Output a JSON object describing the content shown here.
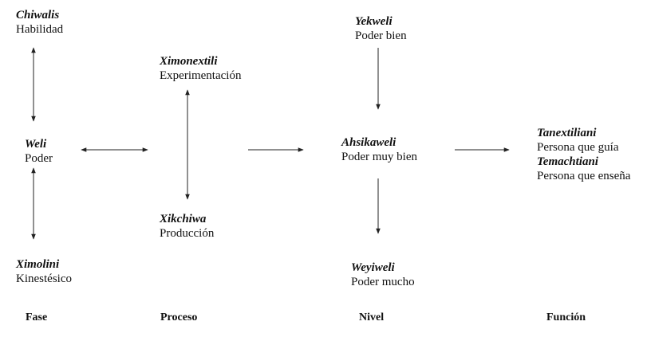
{
  "nodes": {
    "chiwalis": {
      "term": "Chiwalis",
      "gloss": "Habilidad"
    },
    "weli": {
      "term": "Weli",
      "gloss": "Poder"
    },
    "ximolini": {
      "term": "Ximolini",
      "gloss": "Kinestésico"
    },
    "ximonextili": {
      "term": "Ximonextili",
      "gloss": "Experimentación"
    },
    "xikchiwa": {
      "term": "Xikchiwa",
      "gloss": "Producción"
    },
    "yekweli": {
      "term": "Yekweli",
      "gloss": "Poder bien"
    },
    "ahsikaweli": {
      "term": "Ahsikaweli",
      "gloss": "Poder muy bien"
    },
    "weyiweli": {
      "term": "Weyiweli",
      "gloss": "Poder mucho"
    },
    "tanextiliani": {
      "term": "Tanextiliani",
      "gloss": "Persona que guía"
    },
    "temachtiani": {
      "term": "Temachtiani",
      "gloss": "Persona que enseña"
    }
  },
  "columns": {
    "fase": "Fase",
    "proceso": "Proceso",
    "nivel": "Nivel",
    "funcion": "Función"
  },
  "colors": {
    "text": "#111111",
    "arrow": "#222222"
  }
}
